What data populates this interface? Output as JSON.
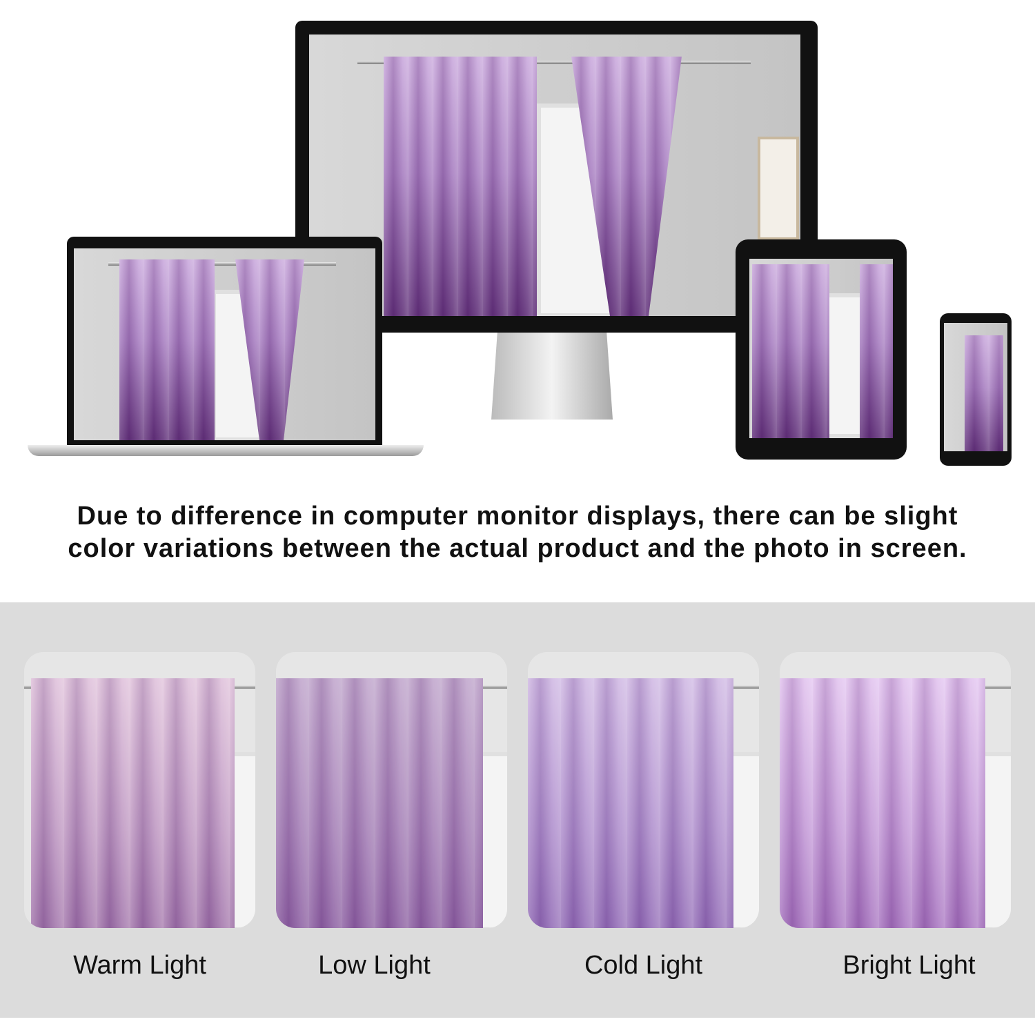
{
  "caption": {
    "line1": "Due to difference in computer monitor displays, there can be slight",
    "line2": "color variations between the actual product and the photo in screen."
  },
  "devices": [
    "monitor",
    "laptop",
    "tablet",
    "phone"
  ],
  "lighting": [
    {
      "label": "Warm Light"
    },
    {
      "label": "Low Light"
    },
    {
      "label": "Cold Light"
    },
    {
      "label": "Bright Light"
    }
  ],
  "colors": {
    "curtain_light": "#d3b5e0",
    "curtain_dark": "#5f2f78",
    "band": "#dcdcdc"
  }
}
